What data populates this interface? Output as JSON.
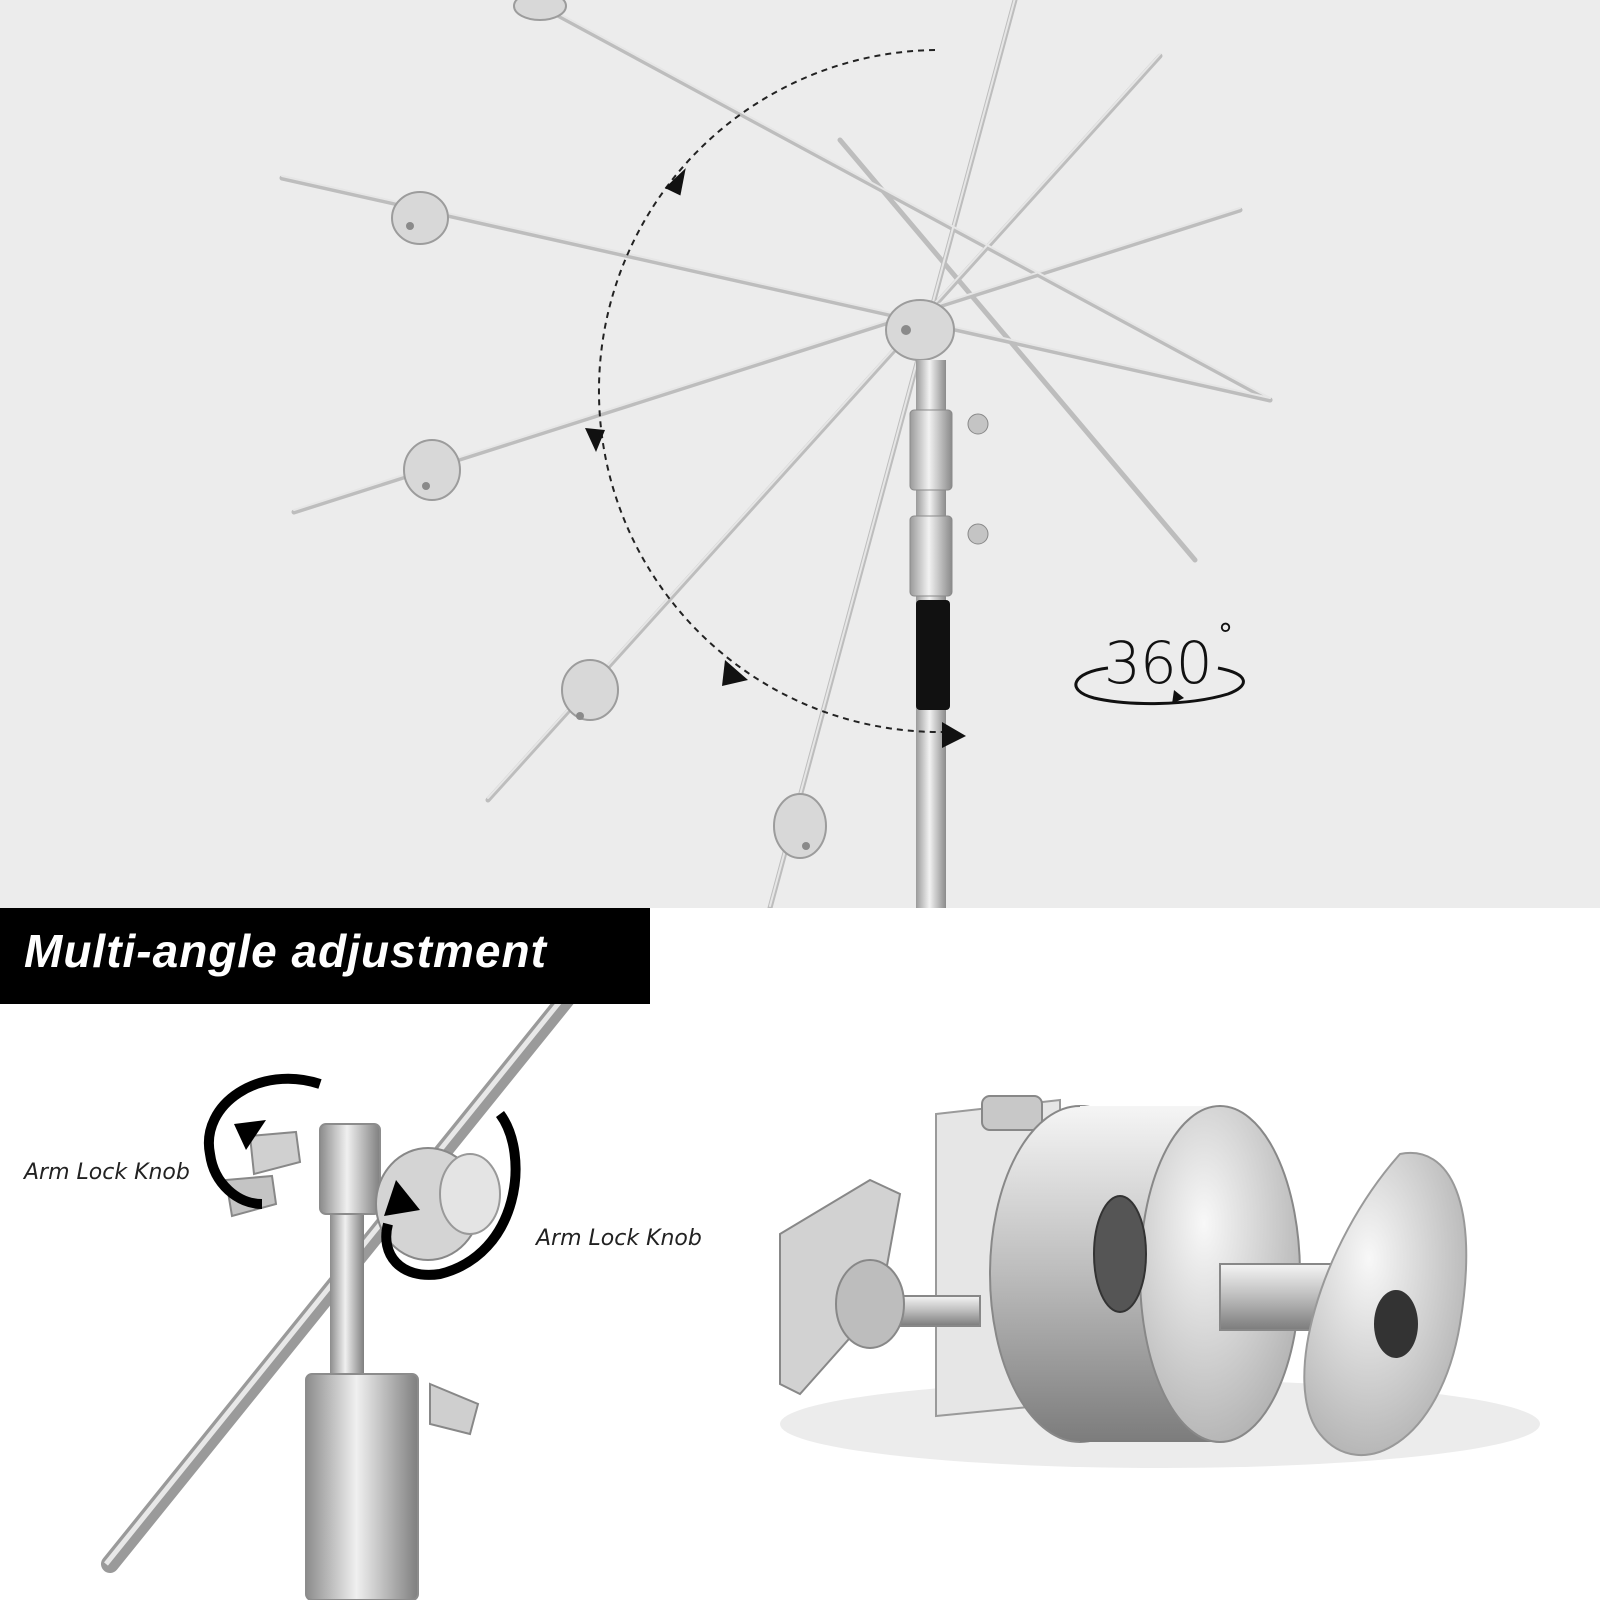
{
  "banner": {
    "title": "Multi-angle adjustment"
  },
  "rotation_badge": {
    "value": "360",
    "unit": "°"
  },
  "callouts": {
    "left": "Arm Lock Knob",
    "right": "Arm Lock Knob"
  },
  "colors": {
    "banner_bg": "#000000",
    "banner_text": "#ffffff",
    "top_bg": "#ececec",
    "metal": "#c8c8c8"
  }
}
